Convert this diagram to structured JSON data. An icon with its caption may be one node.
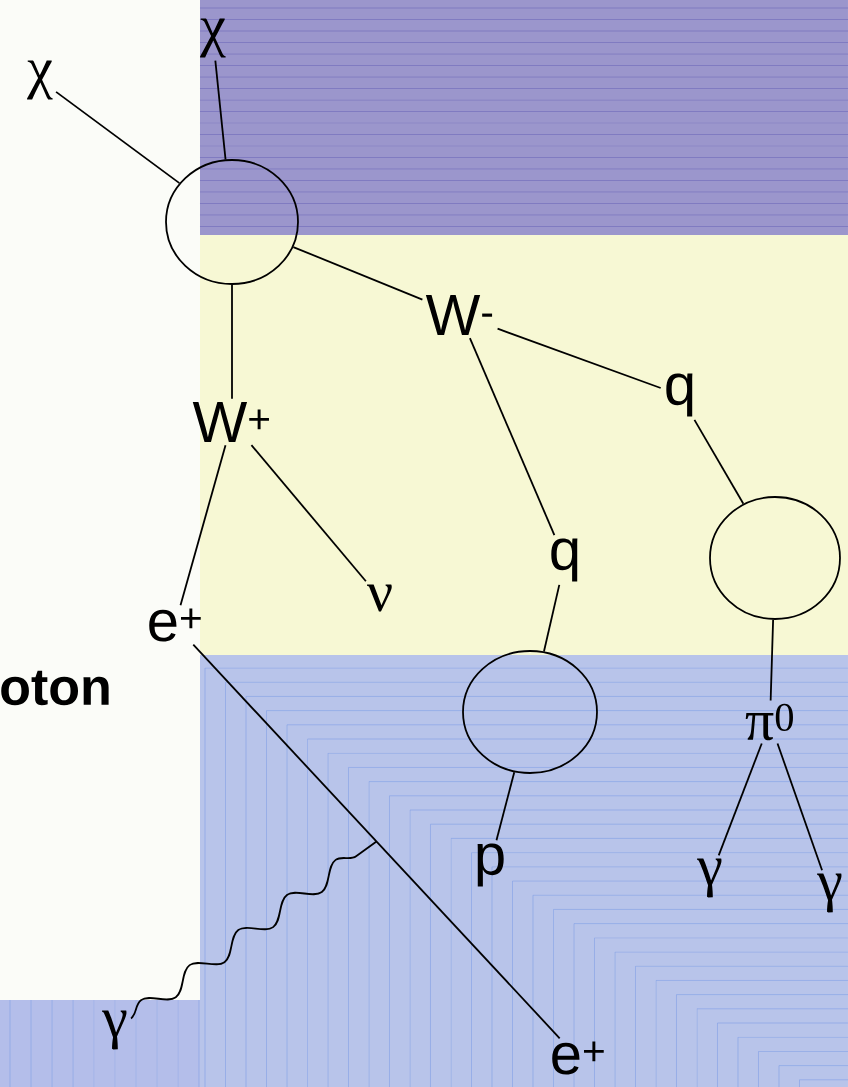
{
  "diagram": {
    "nodes": [
      {
        "text": [
          "χ"
        ]
      },
      {
        "text": [
          "χ"
        ]
      },
      {
        "text": [],
        "shape": "circle"
      },
      {
        "text": [
          "W$^{-}$"
        ]
      },
      {
        "text": [
          "W$^{+}$"
        ]
      },
      {
        "text": [
          "q"
        ]
      },
      {
        "text": [
          "e$^{+}$"
        ]
      },
      {
        "text": [
          "ν"
        ]
      },
      {
        "text": [
          "q"
        ]
      },
      {
        "text": [],
        "shape": "circle"
      },
      {
        "text": [],
        "shape": "circle"
      },
      {
        "text": [
          "π$^{0}$"
        ]
      },
      {
        "text": [
          "p"
        ]
      },
      {
        "text": [
          "γ"
        ]
      },
      {
        "text": [
          "γ"
        ]
      },
      {
        "text": [
          "e$^{+}$"
        ]
      },
      {
        "text": [
          "γ"
        ]
      }
    ],
    "edges": [
      {
        "from": 0,
        "to": 2,
        "arrow": "none"
      },
      {
        "from": 1,
        "to": 2,
        "arrow": "none"
      },
      {
        "from": 2,
        "to": 3,
        "arrow": "none"
      },
      {
        "from": 2,
        "to": 4,
        "arrow": "none"
      },
      {
        "from": 3,
        "to": 5,
        "arrow": "none"
      },
      {
        "from": 3,
        "to": 8,
        "arrow": "none"
      },
      {
        "from": 4,
        "to": 6,
        "arrow": "none"
      },
      {
        "from": 4,
        "to": 7,
        "arrow": "none"
      },
      {
        "from": 5,
        "to": 9,
        "arrow": "none"
      },
      {
        "from": 8,
        "to": 10,
        "arrow": "none"
      },
      {
        "from": 9,
        "to": 11,
        "arrow": "none"
      },
      {
        "from": 10,
        "to": 12,
        "arrow": "none"
      },
      {
        "from": 11,
        "to": 13,
        "arrow": "none"
      },
      {
        "from": 11,
        "to": 14,
        "arrow": "none"
      },
      {
        "from": 6,
        "to": 15,
        "arrow": "none"
      },
      {
        "from": 16,
        "to": null,
        "arrow": "none"
      }
    ],
    "labels": [
      "**oton**"
    ]
  }
}
